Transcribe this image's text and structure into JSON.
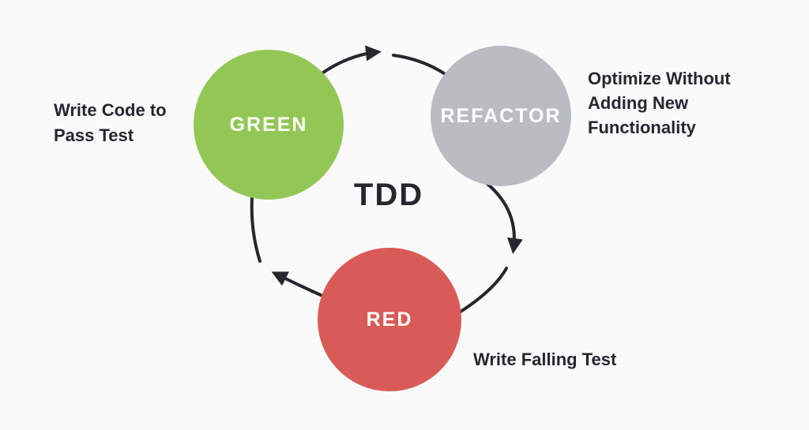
{
  "colors": {
    "background": "#FAFAFB",
    "arrow": "#26262E",
    "text": "#26262E",
    "node_label": "#FFFFFF",
    "green": "#93C755",
    "gray": "#B9BCC1",
    "red": "#D95B57"
  },
  "center_title": "TDD",
  "nodes": {
    "green": {
      "label": "GREEN",
      "color": "#93C755",
      "annotation": "Write Code to Pass Test"
    },
    "refactor": {
      "label": "REFACTOR",
      "color": "#B9BCC1",
      "annotation": "Optimize Without Adding New Functionality"
    },
    "red": {
      "label": "RED",
      "color": "#D95B57",
      "annotation": "Write Falling Test"
    }
  },
  "edges": [
    {
      "from": "green",
      "to": "refactor"
    },
    {
      "from": "refactor",
      "to": "red"
    },
    {
      "from": "red",
      "to": "green"
    }
  ]
}
